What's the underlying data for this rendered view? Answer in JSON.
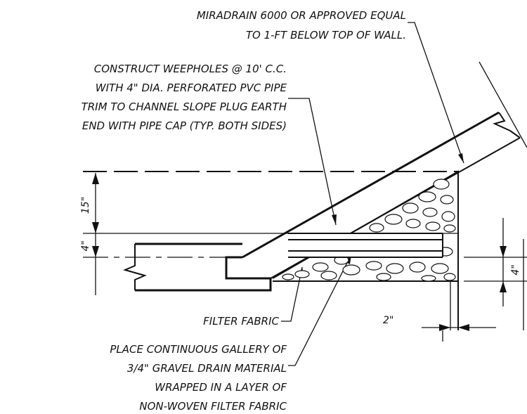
{
  "notes": {
    "miradrain": [
      "MIRADRAIN 6000 OR APPROVED EQUAL",
      "TO 1-FT BELOW TOP OF WALL."
    ],
    "weepholes": [
      "CONSTRUCT WEEPHOLES @ 10' C.C.",
      "WITH 4\" DIA. PERFORATED PVC PIPE",
      "TRIM TO CHANNEL SLOPE PLUG EARTH",
      "END WITH PIPE CAP (TYP. BOTH SIDES)"
    ],
    "filter_fabric": "FILTER FABRIC",
    "gallery": [
      "PLACE CONTINUOUS GALLERY OF",
      "3/4\" GRAVEL DRAIN MATERIAL",
      "WRAPPED IN A LAYER OF",
      "NON-WOVEN FILTER FABRIC"
    ]
  },
  "dimensions": {
    "left_upper": "15\"",
    "left_lower": "4\"",
    "right_vertical": "4\"",
    "bottom_horizontal": "2\""
  }
}
